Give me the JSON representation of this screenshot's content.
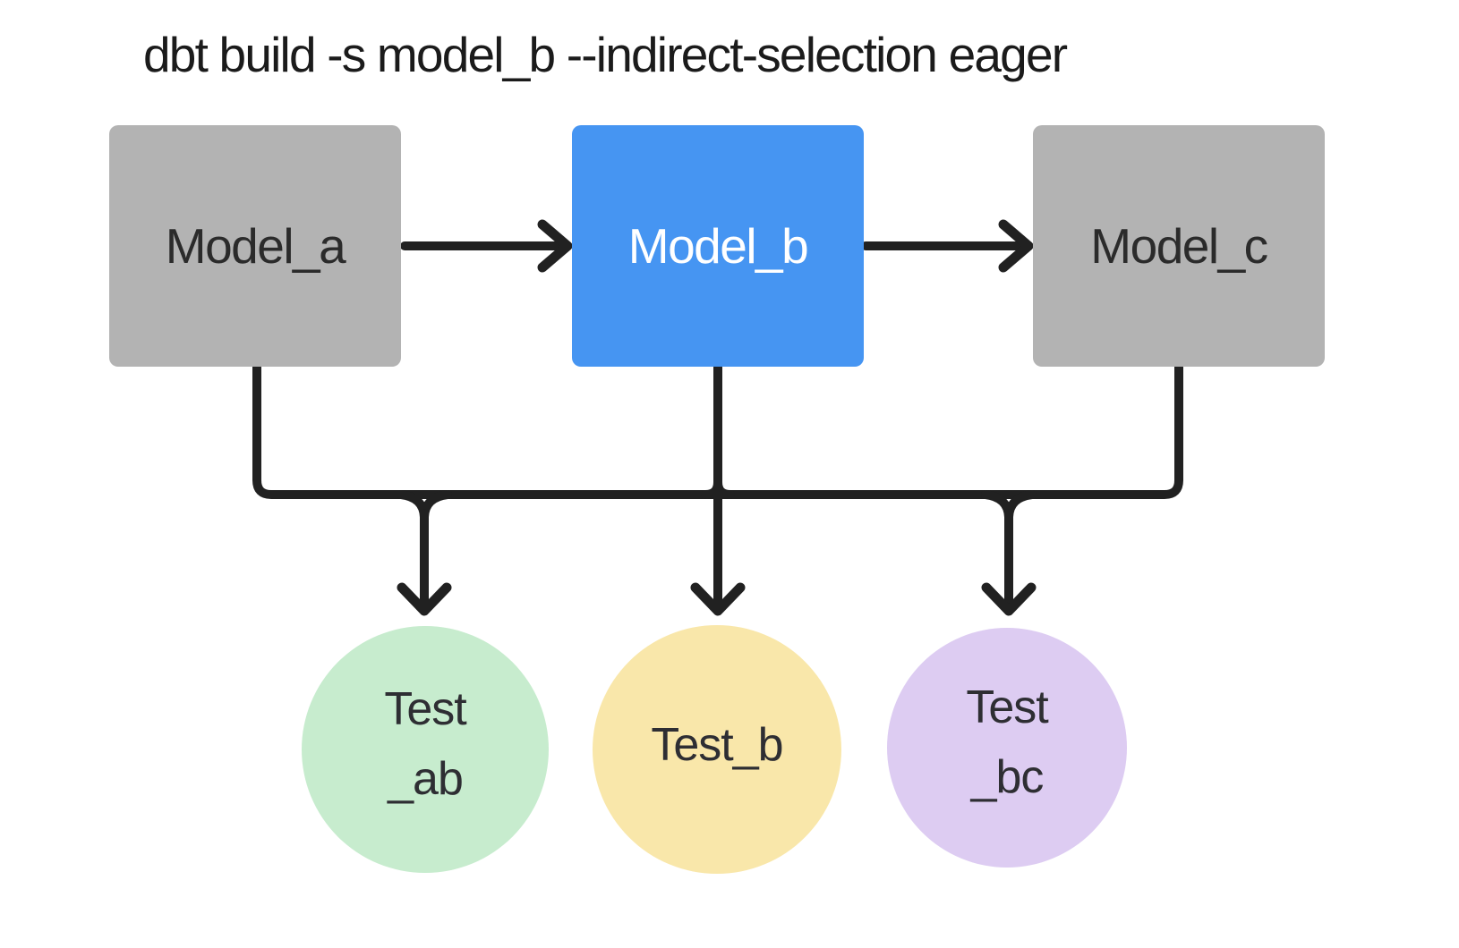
{
  "title": "dbt build -s model_b --indirect-selection eager",
  "colors": {
    "background": "#ffffff",
    "edge": "#212121",
    "title_text": "#1b1b1b",
    "model_text_dark": "#2b2b2b",
    "model_text_light": "#ffffff",
    "test_text": "#2e2e33"
  },
  "diagram": {
    "models": [
      {
        "id": "model_a",
        "label": "Model_a",
        "fill": "#b3b3b3",
        "selected": false
      },
      {
        "id": "model_b",
        "label": "Model_b",
        "fill": "#4695f2",
        "selected": true
      },
      {
        "id": "model_c",
        "label": "Model_c",
        "fill": "#b3b3b3",
        "selected": false
      }
    ],
    "tests": [
      {
        "id": "test_ab",
        "line1": "Test",
        "line2": "_ab",
        "fill": "#c7ecce"
      },
      {
        "id": "test_b",
        "line1": "Test_b",
        "line2": "",
        "fill": "#f9e7aa"
      },
      {
        "id": "test_bc",
        "line1": "Test",
        "line2": "_bc",
        "fill": "#ddccf2"
      }
    ],
    "edges": [
      "model_a -> model_b",
      "model_b -> model_c",
      "model_a -> test_ab",
      "model_b -> test_ab",
      "model_a -> test_b",
      "model_b -> test_b",
      "model_b -> test_bc",
      "model_c -> test_bc"
    ]
  }
}
